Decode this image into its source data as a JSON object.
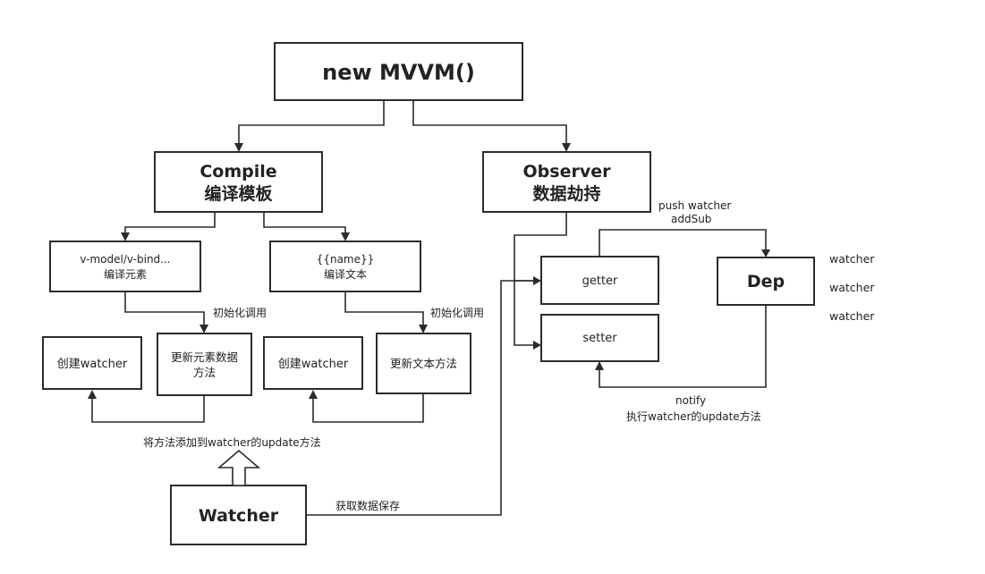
{
  "nodes": {
    "mvvm": "new MVVM()",
    "compile": {
      "title": "Compile",
      "subtitle": "编译模板"
    },
    "observer": {
      "title": "Observer",
      "subtitle": "数据劫持"
    },
    "vmodel": {
      "line1": "v-model/v-bind...",
      "line2": "编译元素"
    },
    "name": {
      "line1": "{{name}}",
      "line2": "编译文本"
    },
    "create_watcher_1": "创建watcher",
    "update_element": {
      "line1": "更新元素数据",
      "line2": "方法"
    },
    "create_watcher_2": "创建watcher",
    "update_text": "更新文本方法",
    "getter": "getter",
    "setter": "setter",
    "dep": "Dep",
    "watcher": "Watcher"
  },
  "labels": {
    "init_call_1": "初始化调用",
    "init_call_2": "初始化调用",
    "push_watcher": "push watcher",
    "add_sub": "addSub",
    "notify": "notify",
    "notify_desc": "执行watcher的update方法",
    "add_to_update": "将方法添加到watcher的update方法",
    "get_data_save": "获取数据保存"
  },
  "dep_watchers": [
    "watcher",
    "watcher",
    "watcher"
  ]
}
